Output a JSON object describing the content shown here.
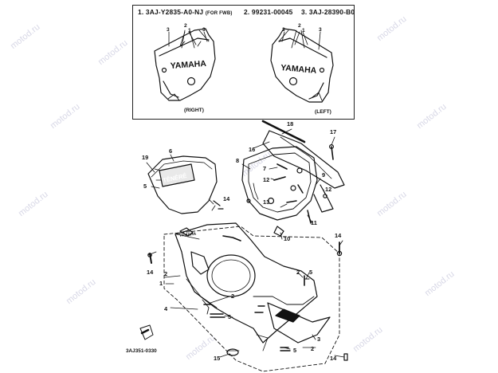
{
  "header": {
    "item1_code": "1. 3AJ-Y2835-A0-NJ",
    "item1_note": "(FOR FWB)",
    "item2_code": "2. 99231-00045",
    "item3_code": "3. 3AJ-28390-B0"
  },
  "inset": {
    "right_caption": "(RIGHT)",
    "left_caption": "(LEFT)",
    "brand": "YAMAHA",
    "callouts": [
      "3",
      "2",
      "1",
      "2",
      "3"
    ]
  },
  "diagram": {
    "windscreen_text": "TÉNÉRÉ",
    "side_logo": "YAMAHA",
    "callouts": [
      "1",
      "2",
      "3",
      "4",
      "5",
      "6",
      "7",
      "8",
      "9",
      "10",
      "11",
      "12",
      "13",
      "14",
      "15",
      "16",
      "17",
      "18",
      "19"
    ]
  },
  "part_code": "3AJ351-0330",
  "watermark": "motod.ru",
  "colors": {
    "ink": "#111111",
    "watermark": "#b8b8d2",
    "paper": "#ffffff"
  }
}
